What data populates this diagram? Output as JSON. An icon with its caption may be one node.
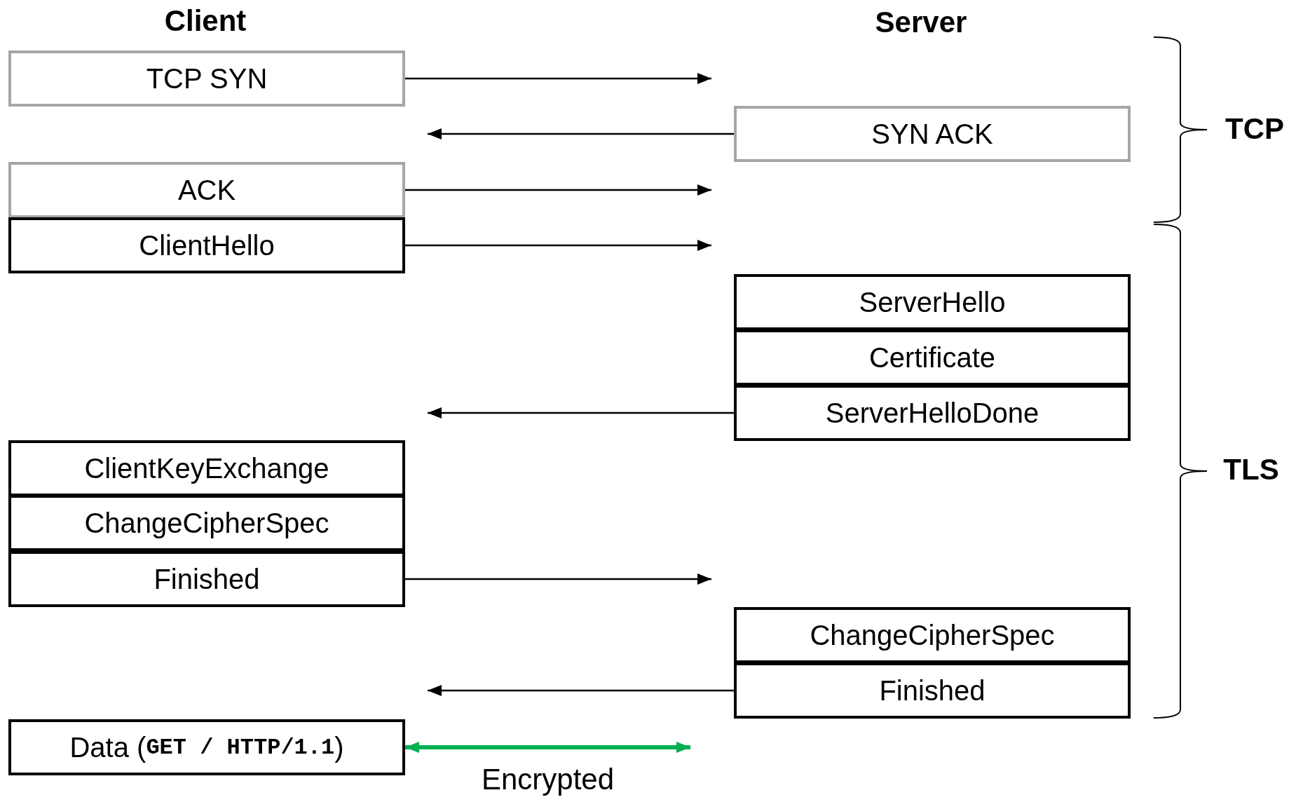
{
  "diagram": {
    "nodes": [
      {
        "text": [
          "TCP SYN"
        ]
      },
      {
        "text": [
          "SYN ACK"
        ]
      },
      {
        "text": [
          "ACK"
        ]
      },
      {
        "text": [
          "ClientHello"
        ]
      },
      {
        "text": [
          "ServerHello"
        ]
      },
      {
        "text": [
          "Certificate"
        ]
      },
      {
        "text": [
          "ServerHelloDone"
        ]
      },
      {
        "text": [
          "ClientKeyExchange"
        ]
      },
      {
        "text": [
          "ChangeCipherSpec"
        ]
      },
      {
        "text": [
          "Finished"
        ]
      },
      {
        "text": [
          "ChangeCipherSpec"
        ]
      },
      {
        "text": [
          "Finished"
        ]
      },
      {
        "text": [
          "Data (**GET / HTTP/1.1**)"
        ]
      }
    ],
    "edges": [
      {
        "from": 0,
        "to": null,
        "arrow": "to"
      },
      {
        "from": 1,
        "to": null,
        "arrow": "to"
      },
      {
        "from": 2,
        "to": null,
        "arrow": "to"
      },
      {
        "from": 3,
        "to": null,
        "arrow": "to"
      },
      {
        "from": 6,
        "to": null,
        "arrow": "to"
      },
      {
        "from": 9,
        "to": null,
        "arrow": "to"
      },
      {
        "from": 11,
        "to": null,
        "arrow": "to"
      },
      {
        "from": 12,
        "to": null,
        "arrow": "both",
        "label": "Encrypted",
        "style": "thick",
        "color": "#00b050"
      }
    ],
    "labels": [
      "Client",
      "Server",
      "TCP",
      "TLS"
    ]
  }
}
